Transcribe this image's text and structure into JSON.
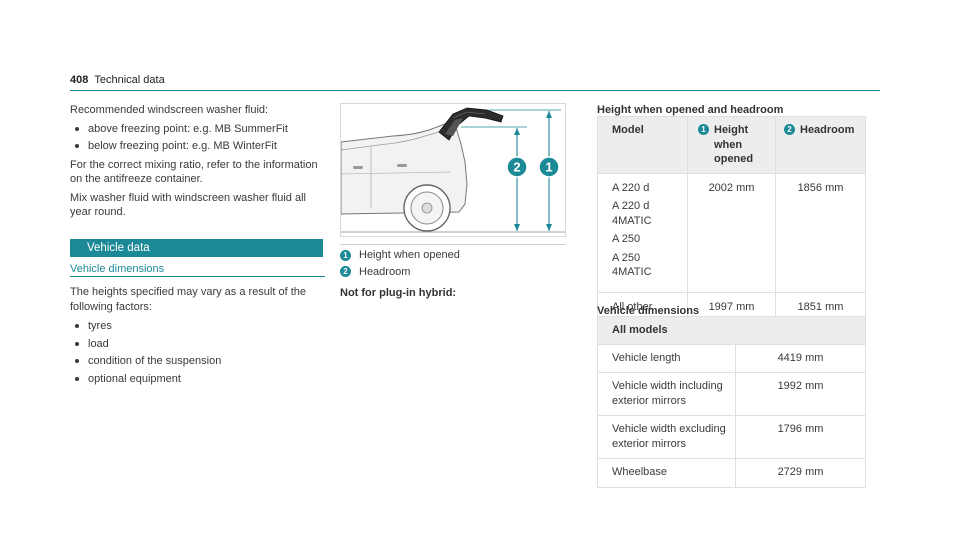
{
  "header": {
    "page_number": "408",
    "section": "Technical data"
  },
  "washer": {
    "intro": "Recommended windscreen washer fluid:",
    "bullets": [
      "above freezing point: e.g. MB SummerFit",
      "below freezing point: e.g. MB WinterFit"
    ],
    "para1": "For the correct mixing ratio, refer to the information on the antifreeze container.",
    "para2": "Mix washer fluid with windscreen washer fluid all year round."
  },
  "vehicle_data": {
    "section_title": "Vehicle data",
    "subsection_title": "Vehicle dimensions",
    "intro": "The heights specified may vary as a result of the following factors:",
    "factors": [
      "tyres",
      "load",
      "condition of the suspension",
      "optional equipment"
    ]
  },
  "diagram": {
    "legend": [
      {
        "num": "1",
        "label": "Height when opened"
      },
      {
        "num": "2",
        "label": "Headroom"
      }
    ],
    "accent": "#1b8a96",
    "plug_in_heading": "Not for plug-in hybrid:"
  },
  "height_table": {
    "title": "Height when opened and headroom",
    "headers": [
      {
        "num": "",
        "label": "Model"
      },
      {
        "num": "1",
        "label": "Height when opened"
      },
      {
        "num": "2",
        "label": "Headroom"
      }
    ],
    "rows": [
      {
        "models": [
          "A 220 d",
          "A 220 d 4MATIC",
          "A 250",
          "A 250 4MATIC"
        ],
        "height": "2002 mm",
        "headroom": "1856 mm"
      },
      {
        "models": [
          "All other models"
        ],
        "height": "1997 mm",
        "headroom": "1851 mm"
      }
    ]
  },
  "dimensions_table": {
    "title": "Vehicle dimensions",
    "header": "All models",
    "rows": [
      {
        "label": "Vehicle length",
        "value": "4419 mm"
      },
      {
        "label": "Vehicle width including exterior mirrors",
        "value": "1992 mm"
      },
      {
        "label": "Vehicle width excluding exterior mirrors",
        "value": "1796 mm"
      },
      {
        "label": "Wheelbase",
        "value": "2729 mm"
      }
    ]
  }
}
